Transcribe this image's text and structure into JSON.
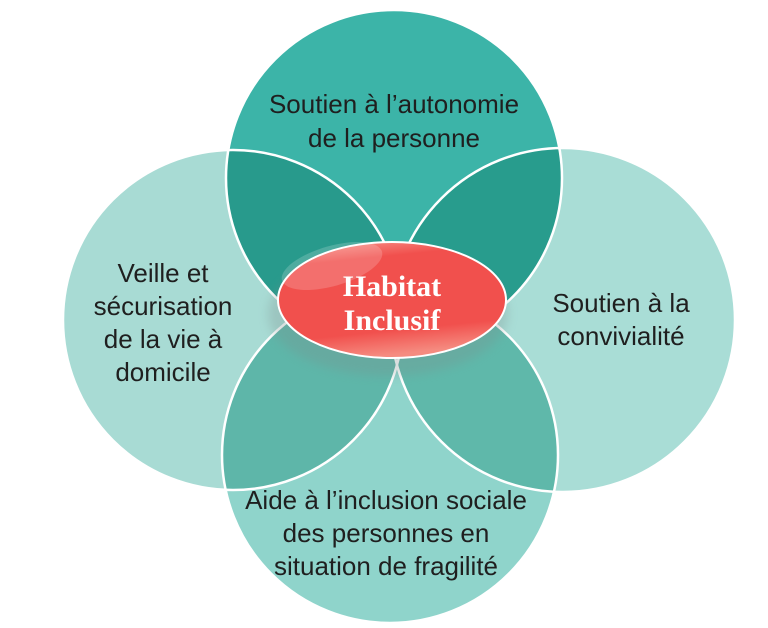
{
  "diagram": {
    "background_color": "#FFFFFF",
    "outline_color": "#FFFFFF",
    "label_text_color": "#1F1F1F",
    "center_badge": {
      "lines": [
        "Habitat",
        "Inclusif"
      ],
      "fill_color": "#F1504D",
      "highlight_color": "#F7948B",
      "edge_glow_color": "#F58B80",
      "text_color": "#FFFFFF",
      "border_color": "#FFFFFF"
    },
    "petals": {
      "top": {
        "label_lines": [
          "Soutien à l’autonomie",
          "de la personne"
        ],
        "fill_color": "#3CB4A8"
      },
      "left": {
        "label_lines": [
          "Veille et",
          "sécurisation",
          "de la vie à",
          "domicile"
        ],
        "fill_color": "#A8DBD4"
      },
      "right": {
        "label_lines": [
          "Soutien à la",
          "convivialité"
        ],
        "fill_color": "#A9DDD6"
      },
      "bottom": {
        "label_lines": [
          "Aide à l’inclusion sociale",
          "des personnes en",
          "situation de fragilité"
        ],
        "fill_color": "#8FD4CB"
      }
    }
  }
}
